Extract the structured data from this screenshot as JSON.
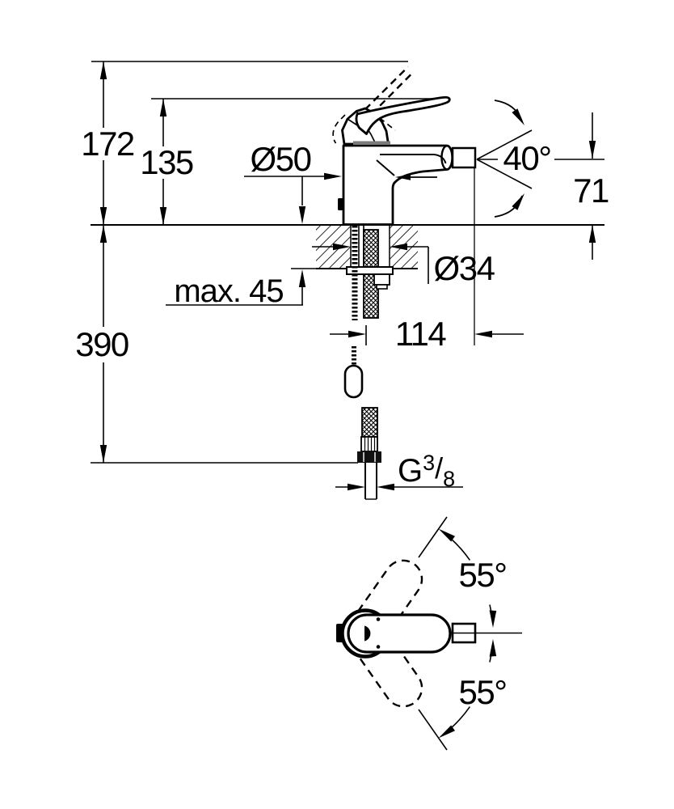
{
  "drawing": {
    "type": "technical-dimension-drawing",
    "subject": "single-lever bidet mixer, side view with mounting section and top view of handle swivel range",
    "labels": {
      "total_height": "172",
      "handle_height": "135",
      "base_diameter": "Ø50",
      "spout_angle": "40°",
      "spout_height": "71",
      "max_mounting_thickness": "max. 45",
      "hole_diameter": "Ø34",
      "spout_reach": "114",
      "hose_length": "390",
      "thread_g": "G",
      "thread_numerator": "3",
      "thread_slash": "/",
      "thread_denominator": "8",
      "handle_swivel_upper": "55°",
      "handle_swivel_lower": "55°"
    },
    "colors": {
      "line": "#000000",
      "background": "#ffffff",
      "handle_shadow_gray": "#7a7a7a"
    }
  }
}
